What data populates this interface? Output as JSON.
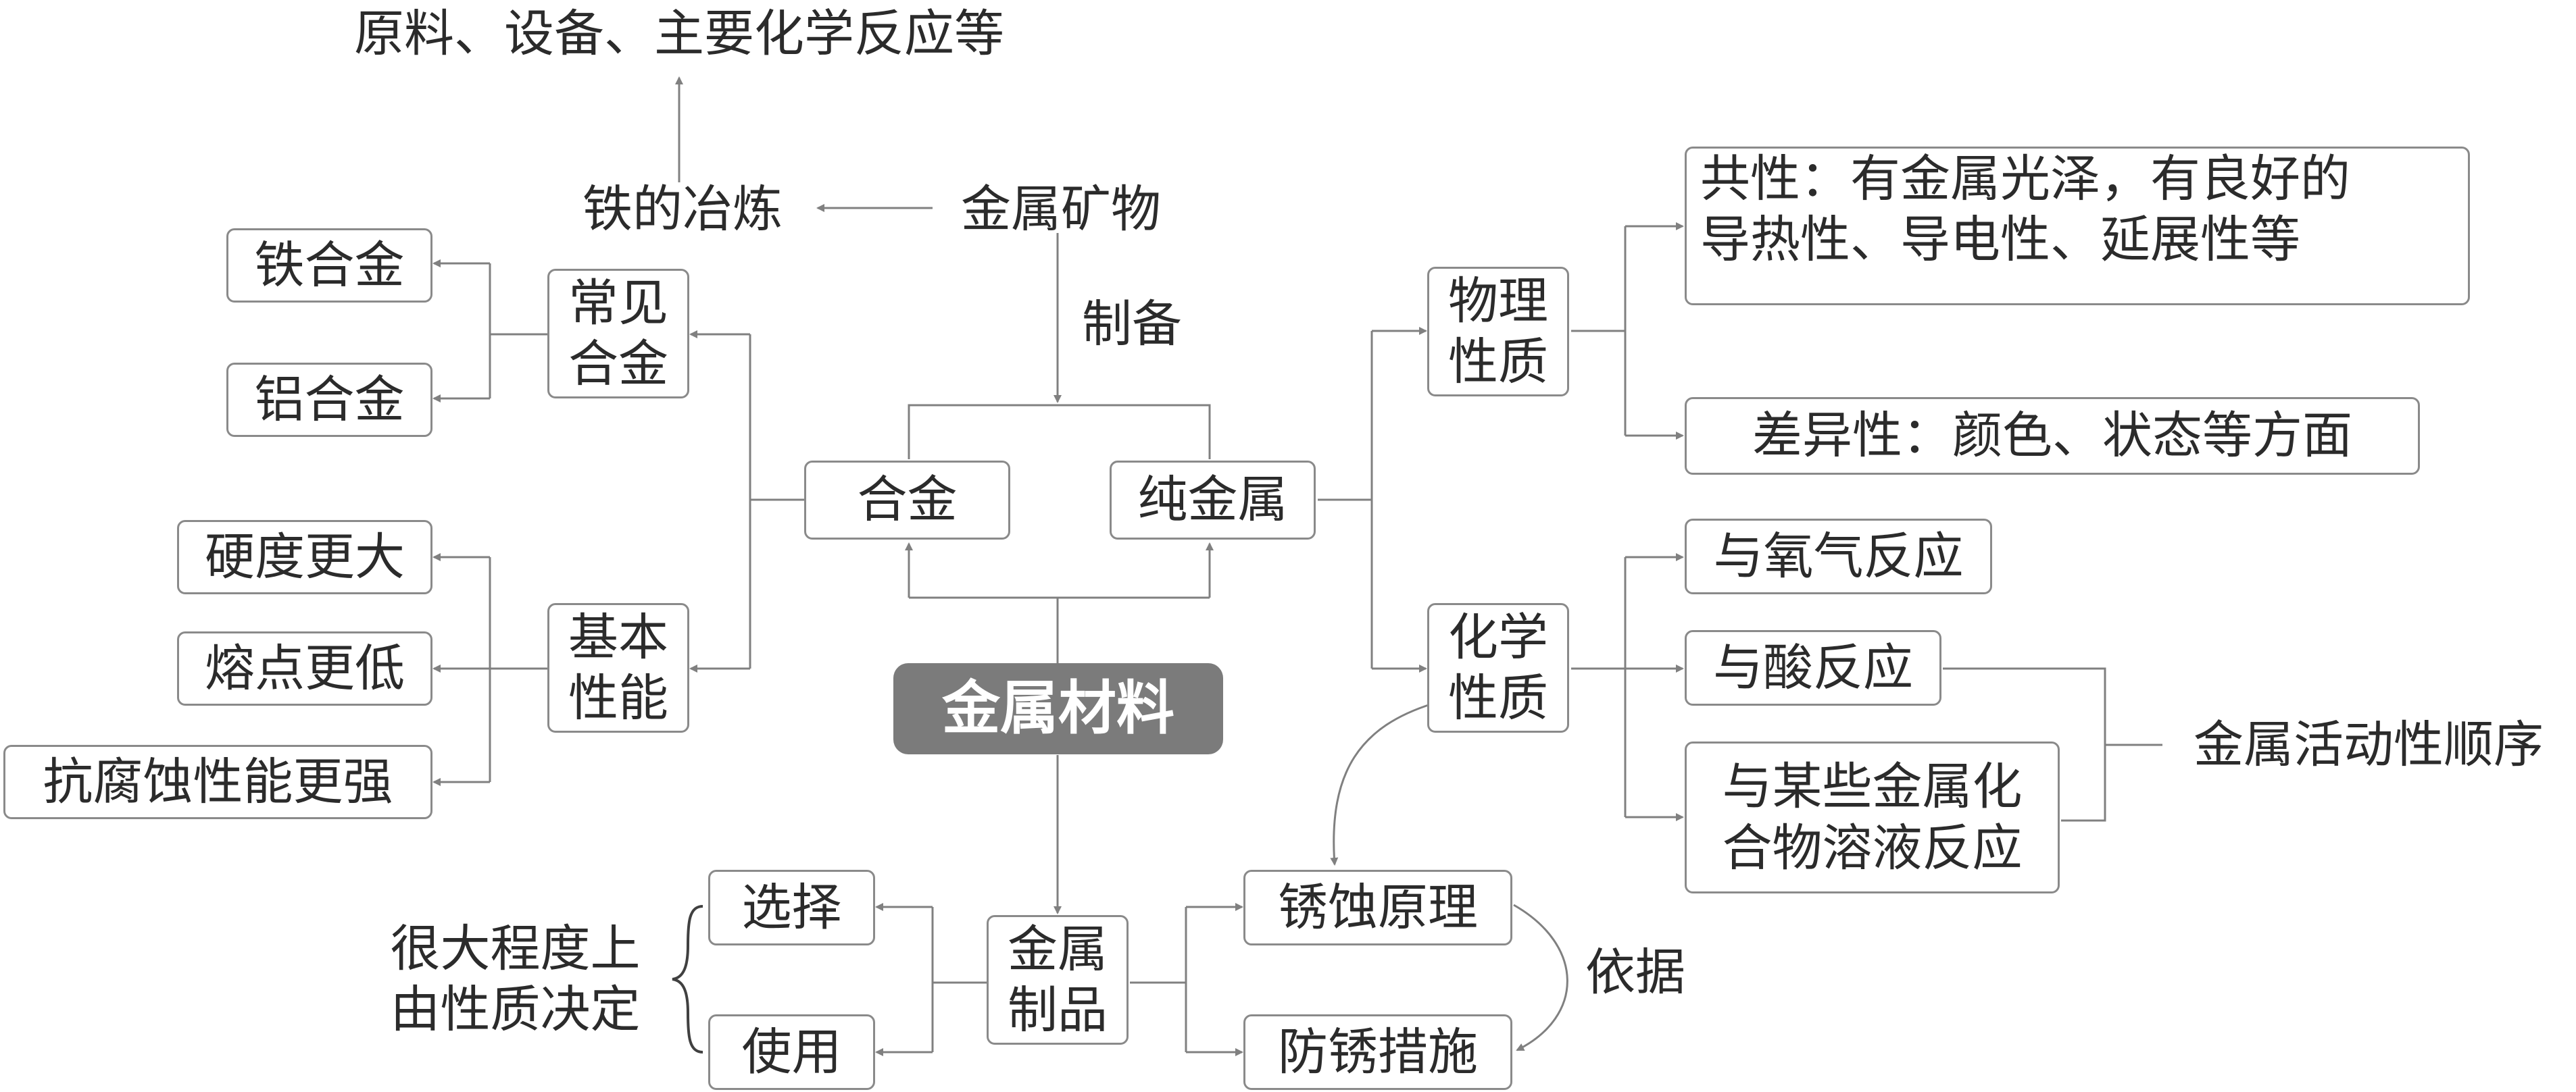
{
  "center": "金属材料",
  "top_note": "原料、设备、主要化学反应等",
  "smelting": "铁的冶炼",
  "ore": "金属矿物",
  "prepare": "制备",
  "alloy": "合金",
  "pure_metal": "纯金属",
  "common_alloy": [
    "常见",
    "合金"
  ],
  "iron_alloy": "铁合金",
  "al_alloy": "铝合金",
  "basic_perf": [
    "基本",
    "性能"
  ],
  "harder": "硬度更大",
  "lower_mp": "熔点更低",
  "corrosion": "抗腐蚀性能更强",
  "physical": [
    "物理",
    "性质"
  ],
  "commonality": [
    "共性：有金属光泽，有良好的",
    "导热性、导电性、延展性等"
  ],
  "difference": "差异性：颜色、状态等方面",
  "chemical": [
    "化学",
    "性质"
  ],
  "oxygen": "与氧气反应",
  "acid": "与酸反应",
  "salt": [
    "与某些金属化",
    "合物溶液反应"
  ],
  "activity": "金属活动性顺序",
  "products": [
    "金属",
    "制品"
  ],
  "select": "选择",
  "use": "使用",
  "decided": [
    "很大程度上",
    "由性质决定"
  ],
  "rust": "锈蚀原理",
  "antirust": "防锈措施",
  "basis": "依据"
}
